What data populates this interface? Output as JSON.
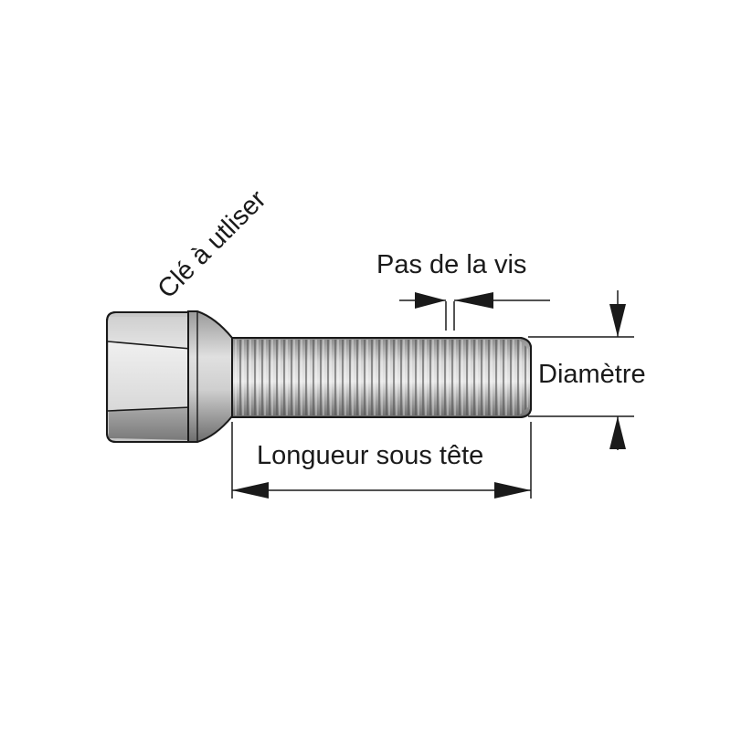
{
  "labels": {
    "wrench": "Clé à utliser",
    "pitch": "Pas de la vis",
    "diameter": "Diamètre",
    "length": "Longueur sous tête"
  },
  "colors": {
    "line": "#1a1a1a",
    "metal_light": "#e2e2e2",
    "metal_mid": "#b4b4b4",
    "metal_dark": "#6e6e6e"
  }
}
